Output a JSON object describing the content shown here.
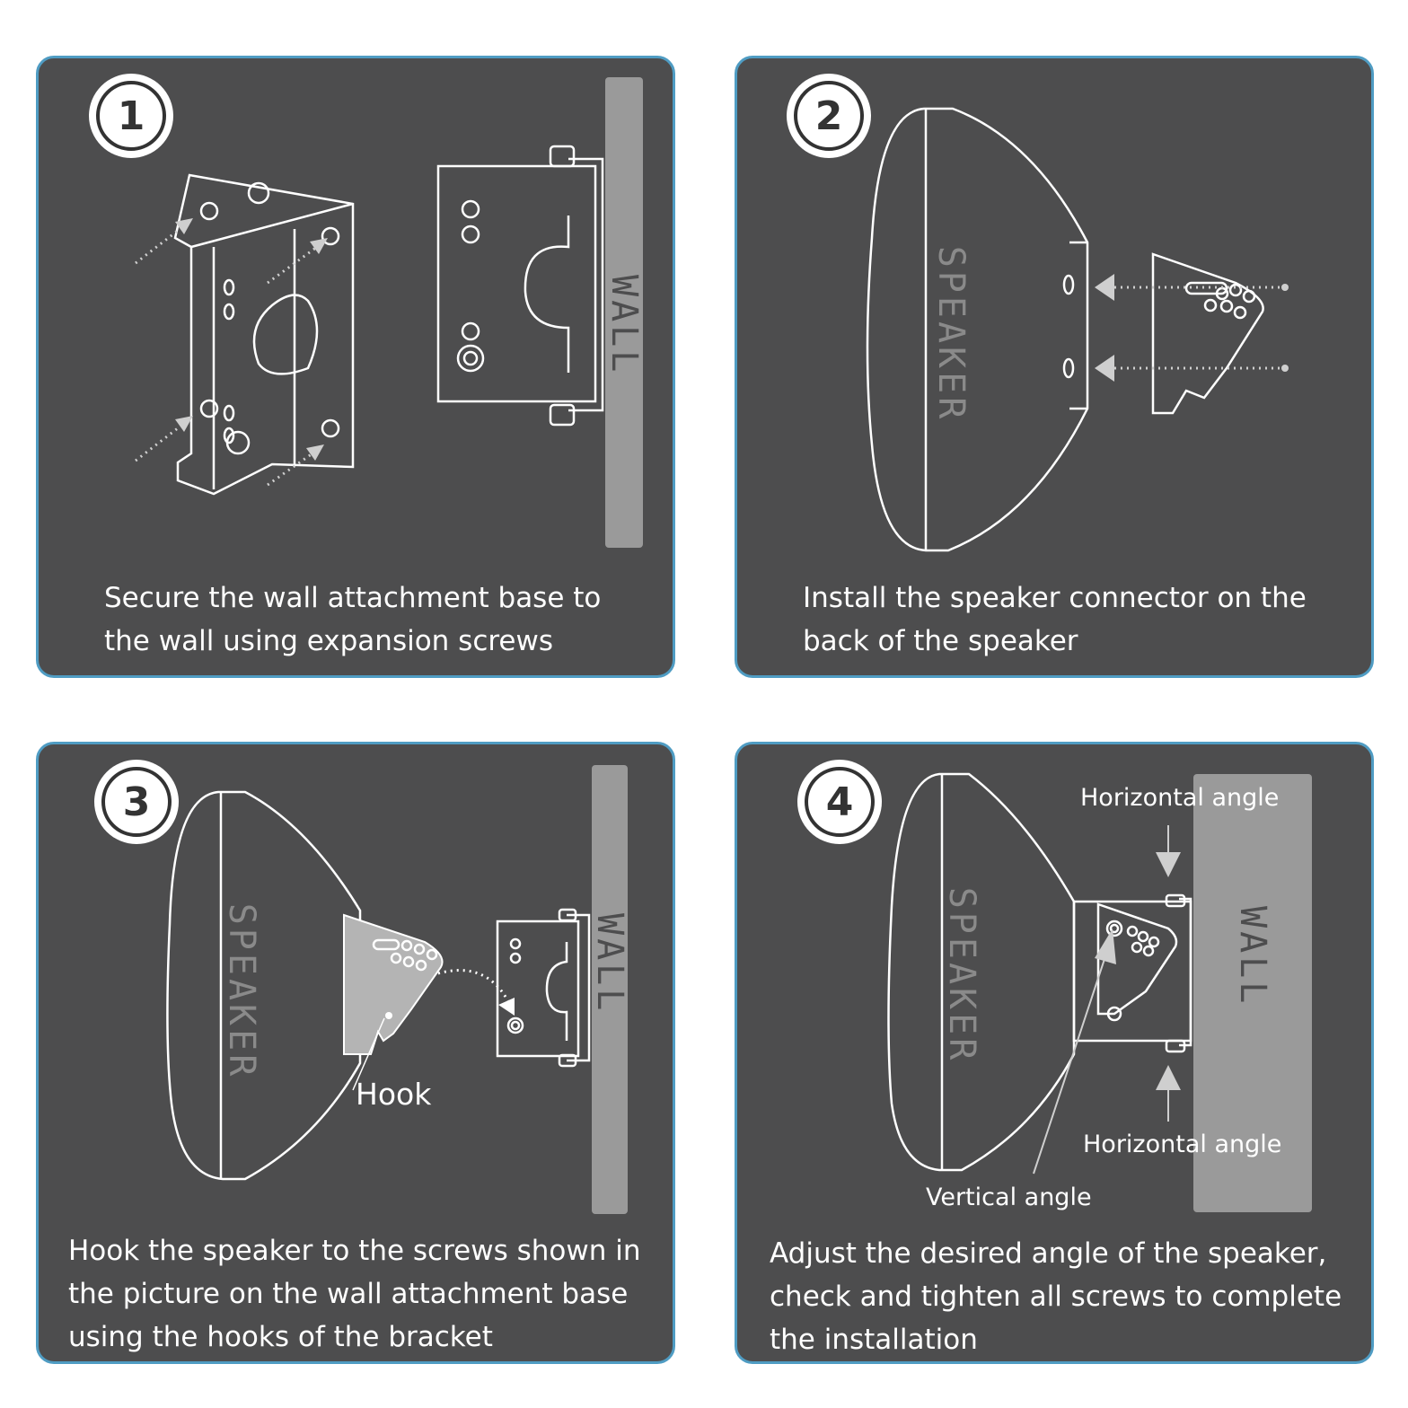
{
  "steps": [
    {
      "number": "1",
      "caption": "Secure the wall attachment base to\nthe wall using expansion screws",
      "wall_label": "WALL"
    },
    {
      "number": "2",
      "caption": "Install the speaker connector on the\nback of the speaker",
      "speaker_label": "SPEAKER"
    },
    {
      "number": "3",
      "caption": "Hook the speaker to the screws shown in\nthe picture on the wall attachment base\nusing the hooks of the bracket",
      "speaker_label": "SPEAKER",
      "wall_label": "WALL",
      "hook_label": "Hook"
    },
    {
      "number": "4",
      "caption": "Adjust the desired angle of the speaker,\ncheck and tighten all screws to complete\nthe installation",
      "speaker_label": "SPEAKER",
      "wall_label": "WALL",
      "top_angle_label": "Horizontal angle",
      "bottom_angle_label": "Horizontal angle",
      "vertical_angle_label": "Vertical angle"
    }
  ],
  "colors": {
    "panel_bg": "#4d4d4e",
    "panel_border": "#4f9cc3",
    "wall_gray": "#9a9a9a",
    "line_white": "#ffffff",
    "speaker_text": "#8a8a8a",
    "wall_text": "#4d4d4e"
  }
}
